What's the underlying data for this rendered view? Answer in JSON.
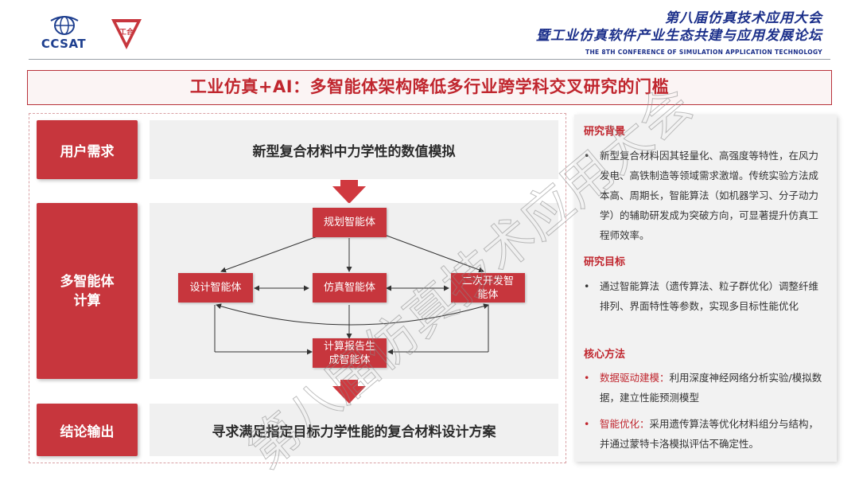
{
  "header": {
    "logo_text": "CCSAT",
    "badge_text": "工合",
    "conference_line1": "第八届仿真技术应用大会",
    "conference_line2": "暨工业仿真软件产业生态共建与应用发展论坛",
    "conference_en": "THE 8TH CONFERENCE OF SIMULATION APPLICATION TECHNOLOGY"
  },
  "title": "工业仿真+AI：多智能体架构降低多行业跨学科交叉研究的门槛",
  "rows": {
    "user_need": {
      "label": "用户需求",
      "content": "新型复合材料中力学性的数值模拟"
    },
    "multi_agent": {
      "label_line1": "多智能体",
      "label_line2": "计算"
    },
    "conclusion": {
      "label": "结论输出",
      "content": "寻求满足指定目标力学性能的复合材料设计方案"
    }
  },
  "agents": {
    "planning": "规划智能体",
    "design": "设计智能体",
    "simulation": "仿真智能体",
    "secondary_dev": "二次开发智能体",
    "report": "计算报告生成智能体"
  },
  "agent_lines": {
    "secondary_dev_line1": "二次开发智",
    "secondary_dev_line2": "能体",
    "report_line1": "计算报告生",
    "report_line2": "成智能体"
  },
  "right_panel": {
    "background": {
      "heading": "研究背景",
      "bullet": "•",
      "text": "新型复合材料因其轻量化、高强度等特性，在风力发电、高铁制造等领域需求激增。传统实验方法成本高、周期长，智能算法（如机器学习、分子动力学）的辅助研发成为突破方向，可显著提升仿真工程师效率。"
    },
    "goal": {
      "heading": "研究目标",
      "bullet": "•",
      "text": "通过智能算法（遗传算法、粒子群优化）调整纤维排列、界面特性等参数，实现多目标性能优化"
    },
    "method": {
      "heading": "核心方法",
      "item1_key": "数据驱动建模：",
      "item1_text": "利用深度神经网络分析实验/模拟数据，建立性能预测模型",
      "item2_key": "智能优化：",
      "item2_text": "采用遗传算法等优化材料组分与结构，并通过蒙特卡洛模拟评估不确定性。"
    }
  },
  "watermark": "第八届仿真技术应用大会",
  "colors": {
    "accent_red": "#c7363d",
    "title_red": "#c0262e",
    "navy": "#1b2f8a",
    "panel_gray": "#f0f0f0"
  }
}
